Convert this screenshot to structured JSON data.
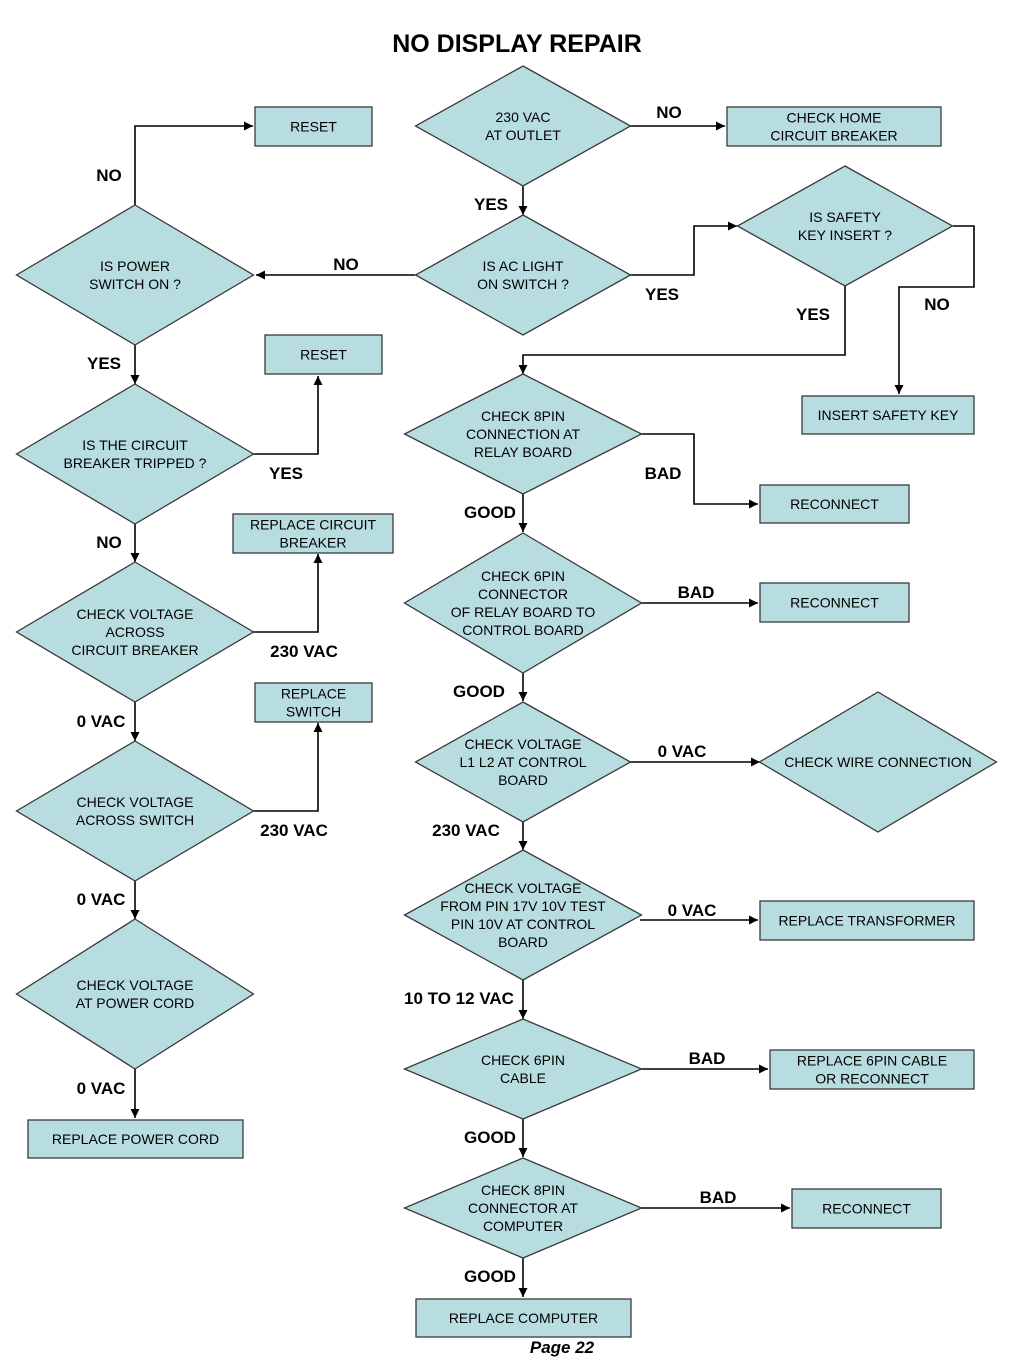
{
  "title": "NO DISPLAY REPAIR",
  "page": "Page 22",
  "colors": {
    "shape_fill": "#b7dde0",
    "shape_stroke": "#3a3a3a",
    "line": "#000000"
  },
  "nodes": {
    "d_outlet": [
      "230 VAC",
      "AT OUTLET"
    ],
    "b_home_breaker": [
      "CHECK HOME",
      "CIRCUIT BREAKER"
    ],
    "d_ac_light": [
      "IS AC LIGHT",
      "ON SWITCH ?"
    ],
    "d_safety_key": [
      "IS SAFETY",
      "KEY INSERT ?"
    ],
    "b_insert_key": [
      "INSERT SAFETY KEY"
    ],
    "d_power_switch": [
      "IS POWER",
      "SWITCH ON ?"
    ],
    "b_reset_1": [
      "RESET"
    ],
    "d_breaker_tripped": [
      "IS THE CIRCUIT",
      "BREAKER TRIPPED ?"
    ],
    "b_reset_2": [
      "RESET"
    ],
    "d_voltage_breaker": [
      "CHECK VOLTAGE",
      "ACROSS",
      "CIRCUIT BREAKER"
    ],
    "b_replace_breaker": [
      "REPLACE CIRCUIT",
      "BREAKER"
    ],
    "d_voltage_switch": [
      "CHECK VOLTAGE",
      "ACROSS SWITCH"
    ],
    "b_replace_switch": [
      "REPLACE",
      "SWITCH"
    ],
    "d_voltage_cord": [
      "CHECK VOLTAGE",
      "AT POWER CORD"
    ],
    "b_replace_cord": [
      "REPLACE POWER CORD"
    ],
    "d_8pin_relay": [
      "CHECK 8PIN",
      "CONNECTION AT",
      "RELAY BOARD"
    ],
    "b_reconnect_1": [
      "RECONNECT"
    ],
    "d_6pin_relay": [
      "CHECK 6PIN",
      "CONNECTOR",
      "OF RELAY BOARD TO",
      "CONTROL BOARD"
    ],
    "b_reconnect_2": [
      "RECONNECT"
    ],
    "d_l1l2": [
      "CHECK VOLTAGE",
      "L1 L2 AT CONTROL",
      "BOARD"
    ],
    "d_wire": [
      "CHECK WIRE CONNECTION"
    ],
    "d_pin17v": [
      "CHECK VOLTAGE",
      "FROM PIN 17V 10V TEST",
      "PIN 10V AT CONTROL",
      "BOARD"
    ],
    "b_transformer": [
      "REPLACE TRANSFORMER"
    ],
    "d_6pin_cable": [
      "CHECK 6PIN",
      "CABLE"
    ],
    "b_6pin_cable": [
      "REPLACE 6PIN CABLE",
      "OR RECONNECT"
    ],
    "d_8pin_computer": [
      "CHECK 8PIN",
      "CONNECTOR AT",
      "COMPUTER"
    ],
    "b_reconnect_3": [
      "RECONNECT"
    ],
    "b_computer": [
      "REPLACE COMPUTER"
    ]
  },
  "edge_labels": {
    "outlet_no": "NO",
    "outlet_yes": "YES",
    "ac_light_no": "NO",
    "ac_light_yes": "YES",
    "safety_yes": "YES",
    "safety_no": "NO",
    "power_switch_no": "NO",
    "power_switch_yes": "YES",
    "tripped_yes": "YES",
    "tripped_no": "NO",
    "breaker_230": "230 VAC",
    "breaker_0": "0 VAC",
    "switch_230": "230 VAC",
    "switch_0": "0 VAC",
    "cord_0": "0 VAC",
    "relay8_bad": "BAD",
    "relay8_good": "GOOD",
    "relay6_bad": "BAD",
    "relay6_good": "GOOD",
    "l1l2_0": "0 VAC",
    "l1l2_230": "230 VAC",
    "pin17_0": "0 VAC",
    "pin17_10": "10 TO 12 VAC",
    "cable6_bad": "BAD",
    "cable6_good": "GOOD",
    "comp8_bad": "BAD",
    "comp8_good": "GOOD"
  }
}
